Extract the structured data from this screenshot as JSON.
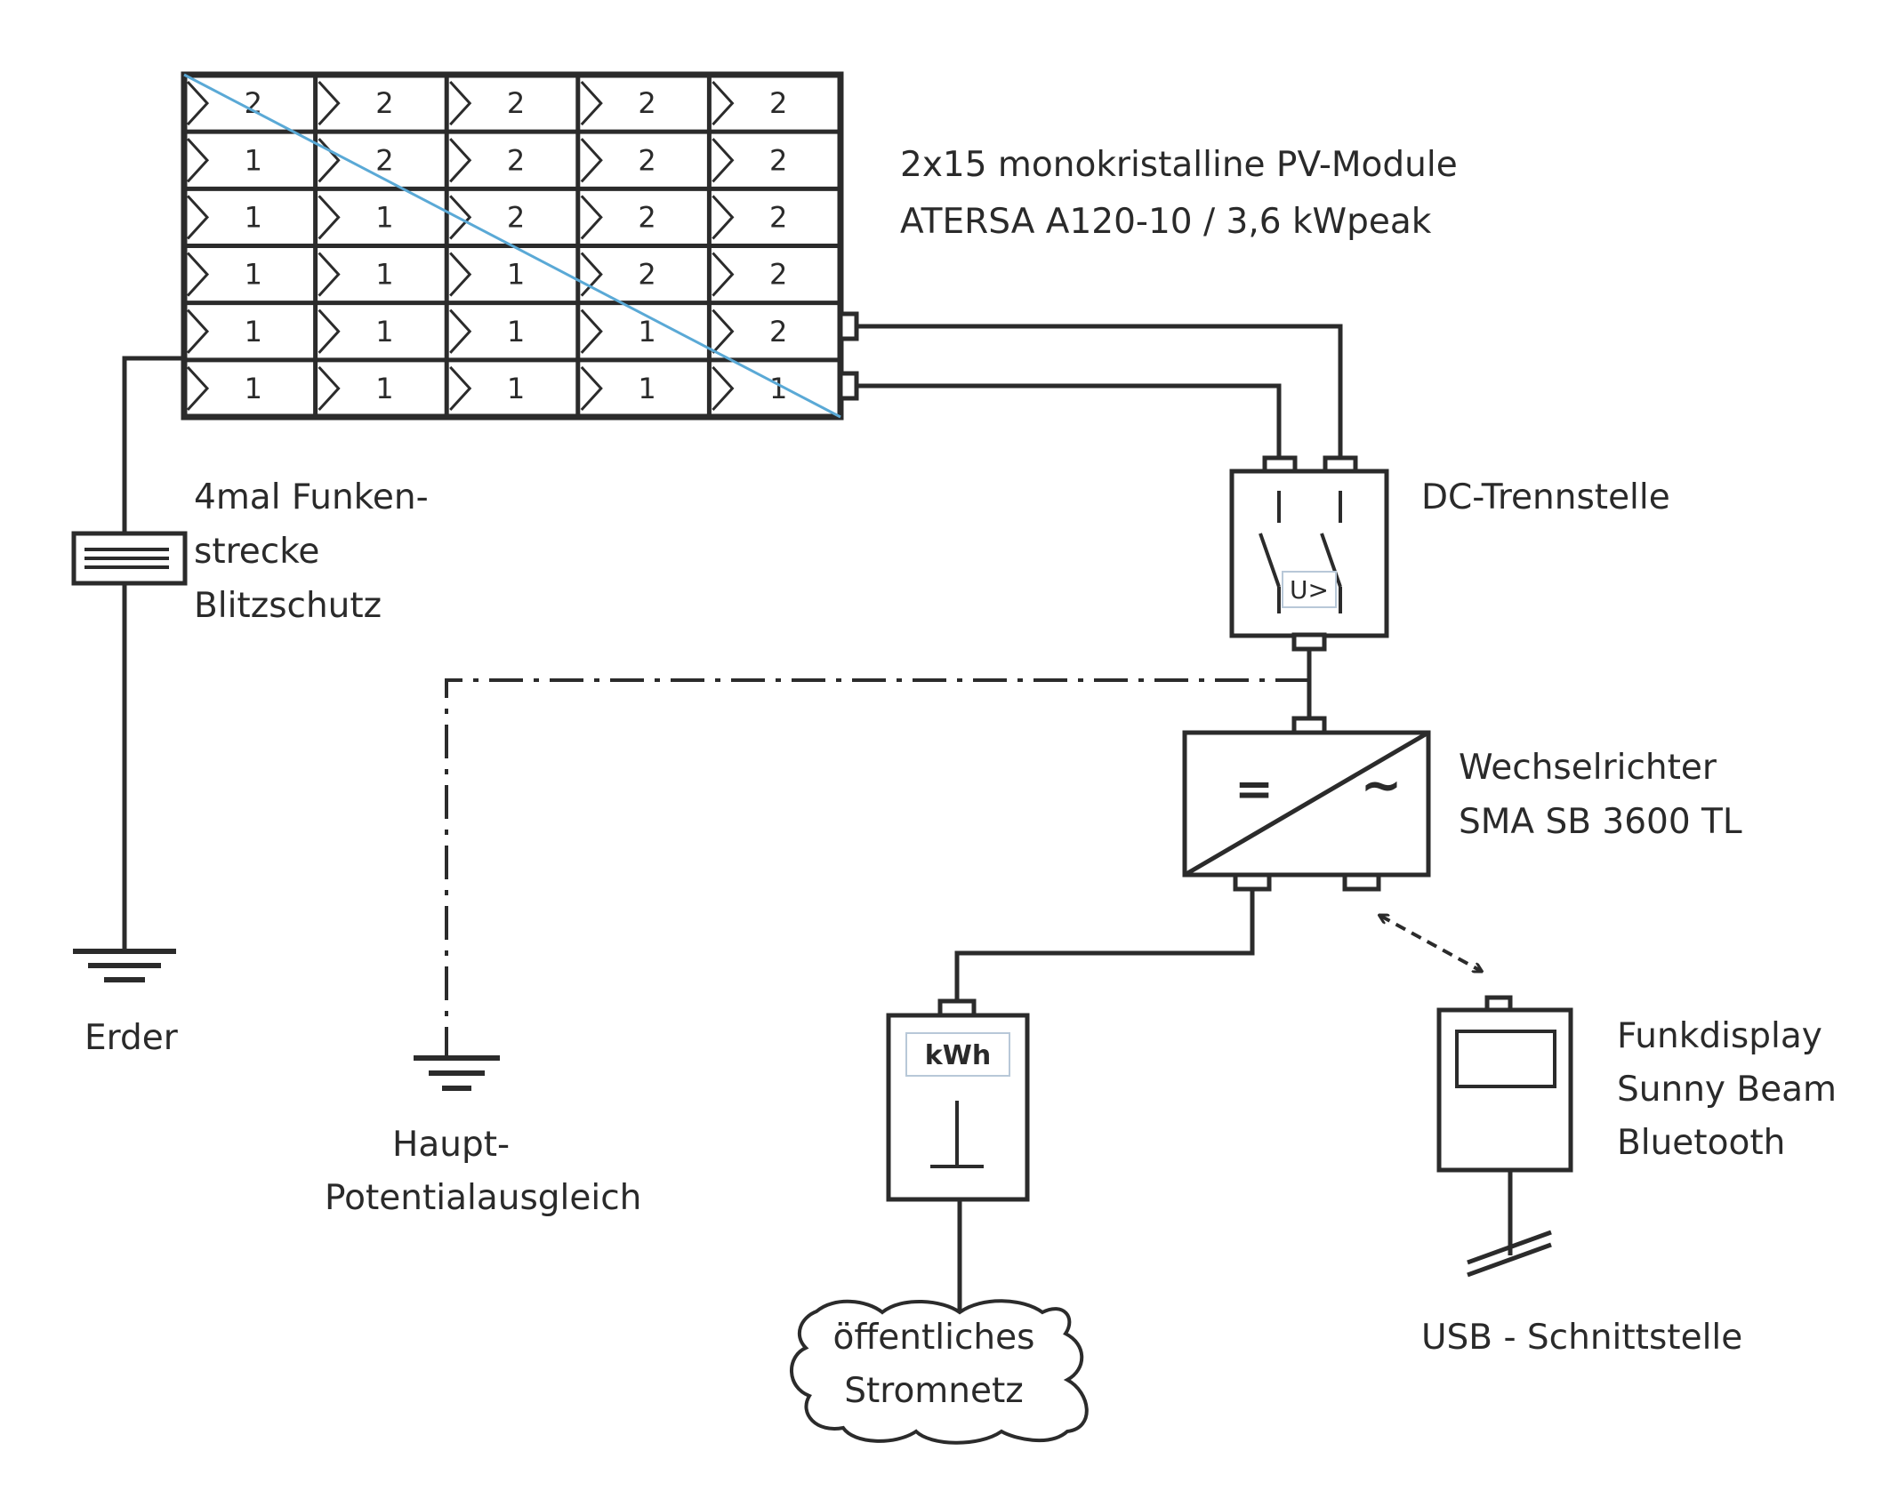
{
  "pv_array": {
    "grid": [
      [
        "2",
        "2",
        "2",
        "2",
        "2"
      ],
      [
        "1",
        "2",
        "2",
        "2",
        "2"
      ],
      [
        "1",
        "1",
        "2",
        "2",
        "2"
      ],
      [
        "1",
        "1",
        "1",
        "2",
        "2"
      ],
      [
        "1",
        "1",
        "1",
        "1",
        "2"
      ],
      [
        "1",
        "1",
        "1",
        "1",
        "1"
      ]
    ],
    "label_line1": "2x15 monokristalline PV-Module",
    "label_line2": "ATERSA A120-10 / 3,6 kWpeak",
    "diagonal_color": "#5aa9d6"
  },
  "spark_gap": {
    "line1": "4mal Funken-",
    "line2": "strecke",
    "line3": "Blitzschutz"
  },
  "earth_left": {
    "label": "Erder"
  },
  "equipotential": {
    "line1": "Haupt-",
    "line2": "Potentialausgleich"
  },
  "dc_disconnect": {
    "label": "DC-Trennstelle",
    "indicator": "U>"
  },
  "inverter": {
    "line1": "Wechselrichter",
    "line2": "SMA SB 3600 TL",
    "dc_symbol": "=",
    "ac_symbol": "~"
  },
  "meter": {
    "unit": "kWh"
  },
  "grid_cloud": {
    "line1": "öffentliches",
    "line2": "Stromnetz"
  },
  "display": {
    "line1": "Funkdisplay",
    "line2": "Sunny Beam",
    "line3": "Bluetooth",
    "usb_label": "USB - Schnittstelle"
  }
}
